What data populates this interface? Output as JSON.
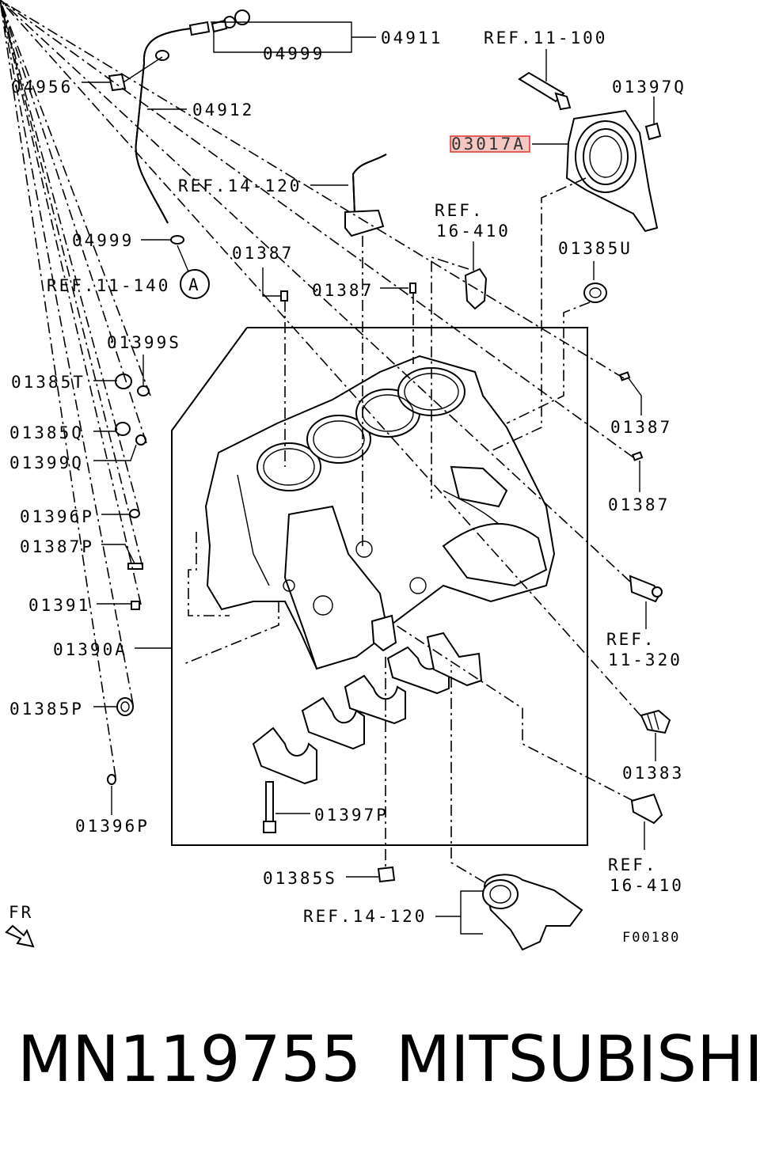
{
  "colors": {
    "ink": "#000000",
    "highlight_border": "#e0342c",
    "highlight_fill": "#f4c7c3",
    "background": "#ffffff"
  },
  "labels": {
    "l04911": "04911",
    "l04999_top": "04999",
    "l04956": "04956",
    "l04912": "04912",
    "ref_11_100": "REF.11-100",
    "l01397Q": "01397Q",
    "l03017A": "03017A",
    "ref_14_120_top": "REF.14-120",
    "ref_16_410_top_1": "REF.",
    "ref_16_410_top_2": "16-410",
    "l04999_mid": "04999",
    "ref_11_140": "REF.11-140",
    "circle_a": "A",
    "l01387_a": "01387",
    "l01387_b": "01387",
    "l01385U": "01385U",
    "l01399S": "01399S",
    "l01385T": "01385T",
    "l01387_c": "01387",
    "l01385Q": "01385Q",
    "l01399Q": "01399Q",
    "l01387_d": "01387",
    "l01396P_a": "01396P",
    "l01387P": "01387P",
    "l01391": "01391",
    "ref_11_320_1": "REF.",
    "ref_11_320_2": "11-320",
    "l01390A": "01390A",
    "l01385P": "01385P",
    "l01383": "01383",
    "l01396P_b": "01396P",
    "l01397P": "01397P",
    "ref_16_410_bot_1": "REF.",
    "ref_16_410_bot_2": "16-410",
    "l01385S": "01385S",
    "ref_14_120_bot": "REF.14-120",
    "fr": "FR",
    "fig_code": "F00180"
  },
  "footer": {
    "part_number": "MN119755",
    "brand": "MITSUBISHI"
  }
}
